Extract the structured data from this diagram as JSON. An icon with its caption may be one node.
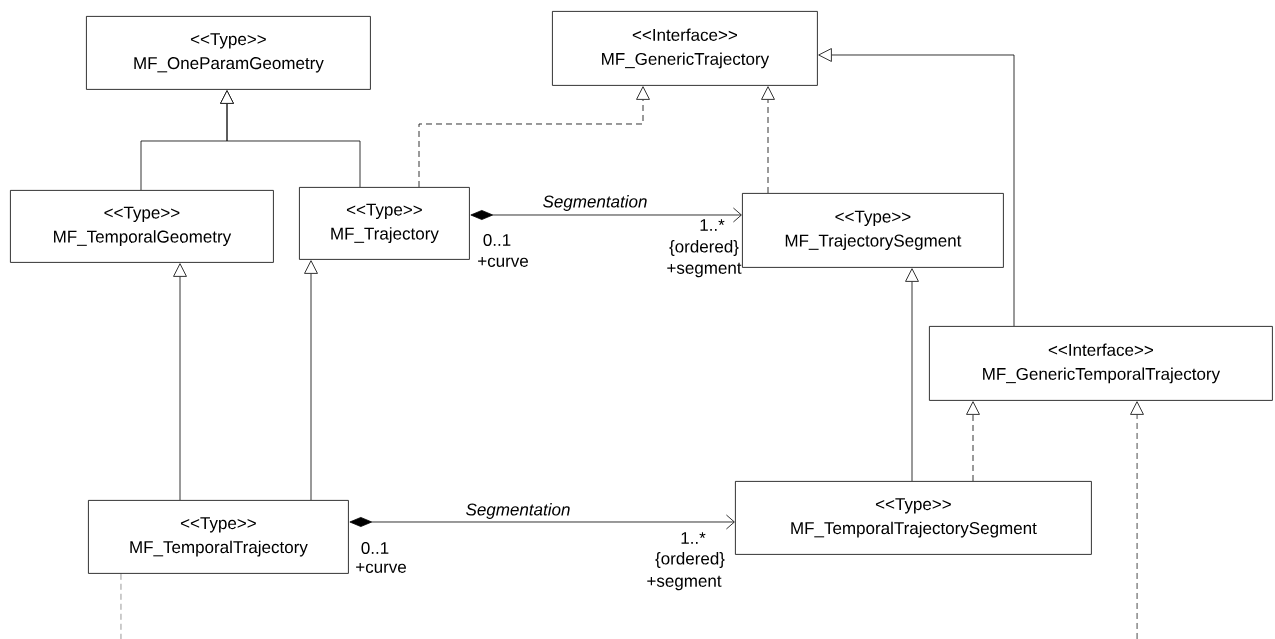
{
  "diagram": {
    "nodes": [
      {
        "text": [
          "<<Type>>",
          "MF_OneParamGeometry"
        ]
      },
      {
        "text": [
          "<<Interface>>",
          "MF_GenericTrajectory"
        ]
      },
      {
        "text": [
          "<<Type>>",
          "MF_TemporalGeometry"
        ]
      },
      {
        "text": [
          "<<Type>>",
          "MF_Trajectory"
        ]
      },
      {
        "text": [
          "<<Type>>",
          "MF_TrajectorySegment"
        ]
      },
      {
        "text": [
          "<<Interface>>",
          "MF_GenericTemporalTrajectory"
        ]
      },
      {
        "text": [
          "<<Type>>",
          "MF_TemporalTrajectory"
        ]
      },
      {
        "text": [
          "<<Type>>",
          "MF_TemporalTrajectorySegment"
        ]
      }
    ],
    "edges": [
      {
        "from": 2,
        "to": 0,
        "arrow": "to"
      },
      {
        "from": 3,
        "to": 0,
        "arrow": "to"
      },
      {
        "from": 3,
        "to": 1,
        "arrow": "to",
        "style": "dashed"
      },
      {
        "from": 4,
        "to": 1,
        "arrow": "to",
        "style": "dashed"
      },
      {
        "from": 5,
        "to": 1,
        "arrow": "to"
      },
      {
        "from": 3,
        "to": 4,
        "arrow": "to",
        "label": "Segmentation"
      },
      {
        "from": 6,
        "to": 2,
        "arrow": "to"
      },
      {
        "from": 6,
        "to": 3,
        "arrow": "to"
      },
      {
        "from": 6,
        "to": 7,
        "arrow": "to",
        "label": "Segmentation"
      },
      {
        "from": 7,
        "to": 4,
        "arrow": "to"
      },
      {
        "from": 7,
        "to": 5,
        "arrow": "to",
        "style": "dashed"
      },
      {
        "from": 6,
        "to": null,
        "arrow": "none",
        "style": "dashed"
      },
      {
        "from": null,
        "to": 5,
        "arrow": "to",
        "style": "dashed"
      }
    ],
    "labels": [
      "0..1",
      "+curve",
      "1..*",
      "{ordered}",
      "+segment",
      "0..1",
      "+curve",
      "1..*",
      "{ordered}",
      "+segment"
    ]
  }
}
